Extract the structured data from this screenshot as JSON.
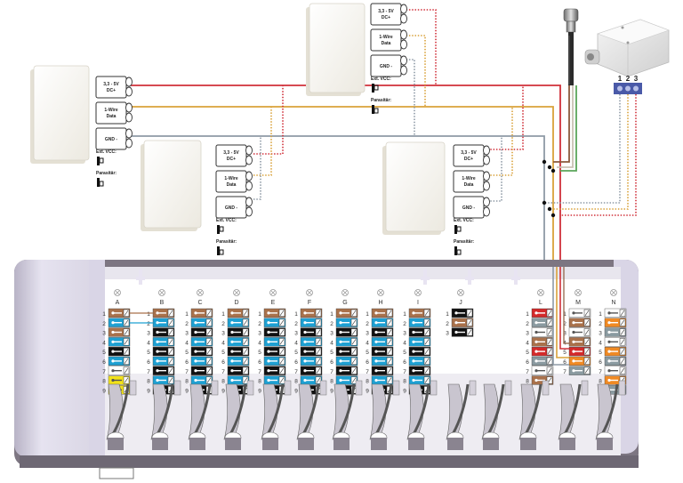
{
  "diagram": {
    "title": "1-Wire sensor wiring to controller terminal strip",
    "colors": {
      "vcc": "#d0303a",
      "data": "#d9a23a",
      "gnd": "#8e9aa6",
      "brown": "#8b5a3c",
      "green": "#5aa55a",
      "housing": "#7d7682",
      "housing_light": "#d9d5e6",
      "terminal_bg": "#ffffff",
      "blue": "#1ea0d2",
      "black": "#111111",
      "tan": "#a9714b",
      "yellow": "#f2e21a",
      "red": "#d42a2a",
      "orange": "#f08a24",
      "grey": "#8a9aa0",
      "connector_blue": "#4a5aa8"
    },
    "room_sensors": [
      {
        "id": "sensor-1",
        "pins": {
          "vcc": "3,3 - 5V\nDC+",
          "data": "1-Wire\nData",
          "gnd": "GND -"
        },
        "ext_vcc_label": "Ext. VCC:",
        "parasitic_label": "Parasitär:"
      },
      {
        "id": "sensor-2",
        "pins": {
          "vcc": "3,3 - 5V\nDC+",
          "data": "1-Wire\nData",
          "gnd": "GND -"
        },
        "ext_vcc_label": "Ext. VCC:",
        "parasitic_label": "Parasitär:"
      },
      {
        "id": "sensor-3",
        "pins": {
          "vcc": "3,3 - 5V\nDC+",
          "data": "1-Wire\nData",
          "gnd": "GND -"
        },
        "ext_vcc_label": "Ext. VCC:",
        "parasitic_label": "Parasitär:"
      },
      {
        "id": "sensor-4",
        "pins": {
          "vcc": "3,3 - 5V\nDC+",
          "data": "1-Wire\nData",
          "gnd": "GND -"
        },
        "ext_vcc_label": "Ext. VCC:",
        "parasitic_label": "Parasitär:"
      }
    ],
    "pin_labels": {
      "vcc_line1": "3,3 - 5V",
      "vcc_line2": "DC+",
      "data_line1": "1-Wire",
      "data_line2": "Data",
      "gnd": "GND -",
      "ext_vcc": "Ext. VCC:",
      "parasitic": "Parasitär:"
    },
    "outdoor_sensor": {
      "terminal_numbers": [
        "1",
        "2",
        "3"
      ]
    },
    "terminal_blocks": [
      {
        "letter": "A",
        "numbers": [
          "1",
          "2",
          "3",
          "4",
          "5",
          "6",
          "7",
          "8",
          "9"
        ],
        "colors": [
          "tan",
          "blue",
          "tan",
          "blue",
          "black",
          "blue",
          "white",
          "yellow",
          "yellow"
        ]
      },
      {
        "letter": "B",
        "numbers": [
          "1",
          "2",
          "3",
          "4",
          "5",
          "6",
          "7",
          "8",
          "9"
        ],
        "colors": [
          "tan",
          "blue",
          "black",
          "blue",
          "black",
          "blue",
          "black",
          "blue",
          "black"
        ]
      },
      {
        "letter": "C",
        "numbers": [
          "1",
          "2",
          "3",
          "4",
          "5",
          "6",
          "7",
          "8",
          "9"
        ],
        "colors": [
          "tan",
          "blue",
          "black",
          "blue",
          "black",
          "blue",
          "black",
          "blue",
          "black"
        ]
      },
      {
        "letter": "D",
        "numbers": [
          "1",
          "2",
          "3",
          "4",
          "5",
          "6",
          "7",
          "8",
          "9"
        ],
        "colors": [
          "tan",
          "blue",
          "black",
          "blue",
          "black",
          "blue",
          "black",
          "blue",
          "black"
        ]
      },
      {
        "letter": "E",
        "numbers": [
          "1",
          "2",
          "3",
          "4",
          "5",
          "6",
          "7",
          "8",
          "9"
        ],
        "colors": [
          "tan",
          "blue",
          "black",
          "blue",
          "black",
          "blue",
          "black",
          "blue",
          "black"
        ]
      },
      {
        "letter": "F",
        "numbers": [
          "1",
          "2",
          "3",
          "4",
          "5",
          "6",
          "7",
          "8",
          "9"
        ],
        "colors": [
          "tan",
          "blue",
          "black",
          "blue",
          "black",
          "blue",
          "black",
          "blue",
          "black"
        ]
      },
      {
        "letter": "G",
        "numbers": [
          "1",
          "2",
          "3",
          "4",
          "5",
          "6",
          "7",
          "8",
          "9"
        ],
        "colors": [
          "tan",
          "blue",
          "black",
          "blue",
          "black",
          "blue",
          "black",
          "blue",
          "black"
        ]
      },
      {
        "letter": "H",
        "numbers": [
          "1",
          "2",
          "3",
          "4",
          "5",
          "6",
          "7",
          "8",
          "9"
        ],
        "colors": [
          "tan",
          "blue",
          "black",
          "blue",
          "black",
          "blue",
          "black",
          "blue",
          "black"
        ]
      },
      {
        "letter": "I",
        "numbers": [
          "1",
          "2",
          "3",
          "4",
          "5",
          "6",
          "7",
          "8",
          "9"
        ],
        "colors": [
          "tan",
          "blue",
          "black",
          "blue",
          "black",
          "blue",
          "black",
          "blue",
          "black"
        ]
      },
      {
        "letter": "J",
        "numbers": [
          "1",
          "2",
          "3"
        ],
        "colors": [
          "black",
          "tan",
          "black"
        ]
      },
      {
        "letter": "L",
        "numbers": [
          "1",
          "2",
          "3",
          "4",
          "5",
          "6",
          "7",
          "8"
        ],
        "colors": [
          "red",
          "grey",
          "white",
          "tan",
          "red",
          "grey",
          "white",
          "tan"
        ]
      },
      {
        "letter": "M",
        "numbers": [
          "1",
          "2",
          "3",
          "4",
          "5",
          "6",
          "7"
        ],
        "colors": [
          "white",
          "tan",
          "white",
          "tan",
          "red",
          "orange",
          "grey"
        ]
      },
      {
        "letter": "N",
        "numbers": [
          "1",
          "2",
          "3",
          "4",
          "5",
          "6",
          "7",
          "8",
          "9"
        ],
        "colors": [
          "white",
          "orange",
          "grey",
          "white",
          "orange",
          "grey",
          "white",
          "orange",
          "grey"
        ]
      }
    ]
  }
}
